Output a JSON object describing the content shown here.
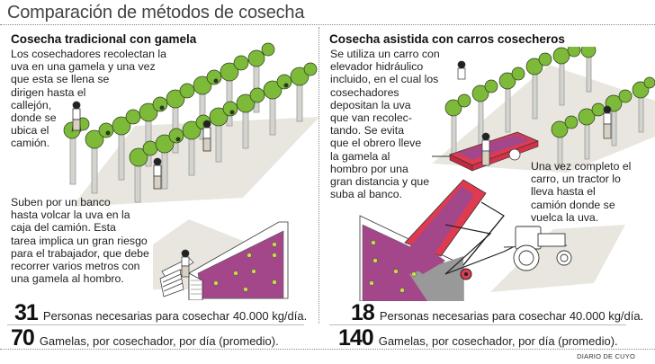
{
  "title": "Comparación de métodos de cosecha",
  "colors": {
    "grape_purple": "#A3478A",
    "cart_red": "#E03A4F",
    "leaf_green": "#7DBA3A",
    "ground": "#E8E6DF",
    "trunk": "#D4D4CF"
  },
  "left": {
    "heading": "Cosecha tradicional con gamela",
    "intro_lines": [
      "Los cosechadores recolectan la",
      "uva en una gamela y una vez",
      "que esta se llena se",
      "dirigen hasta el",
      "callejón,",
      "donde se",
      "ubica el",
      "camión."
    ],
    "truck_lines": [
      "Suben por un banco",
      "hasta volcar la uva en la",
      "caja del camión. Esta",
      "tarea implica un gran riesgo",
      "para el trabajador, que debe",
      "recorrer varios metros con",
      "una gamela al hombro."
    ],
    "stats": [
      {
        "value": "31",
        "label": "Personas necesarias para cosechar 40.000 kg/día."
      },
      {
        "value": "70",
        "label": "Gamelas, por cosechador, por día (promedio)."
      }
    ]
  },
  "right": {
    "heading": "Cosecha asistida con carros cosecheros",
    "intro_lines": [
      "Se utiliza un carro con",
      "elevador hidráulico",
      "incluido, en el cual los",
      "cosechadores",
      "depositan la uva",
      "que van recolec-",
      "tando. Se evita",
      "que el obrero lleve",
      "la gamela al",
      "hombro por una",
      "gran distancia y que",
      "suba al banco."
    ],
    "tractor_lines": [
      "Una vez completo el",
      "carro, un tractor lo",
      "lleva hasta el",
      "camión donde se",
      "vuelca la uva."
    ],
    "stats": [
      {
        "value": "18",
        "label": "Personas necesarias para cosechar 40.000 kg/día."
      },
      {
        "value": "140",
        "label": "Gamelas, por cosechador, por día (promedio)."
      }
    ]
  },
  "credit": "DIARIO DE CUYO"
}
